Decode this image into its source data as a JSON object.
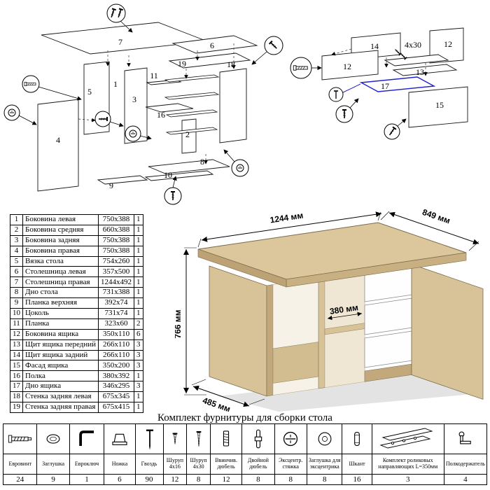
{
  "sheet": {
    "background": "#ffffff",
    "wood_color": "#d8c398",
    "drawer_color": "#ffffff",
    "highlight_color": "#2222cc"
  },
  "exploded_desk": {
    "labels": [
      "7",
      "6",
      "19",
      "18",
      "5",
      "3",
      "16",
      "2",
      "11",
      "1",
      "4",
      "8",
      "10",
      "9"
    ]
  },
  "exploded_drawer": {
    "labels": [
      "14",
      "12",
      "12",
      "13",
      "17",
      "15"
    ],
    "screw_note": "4x30"
  },
  "desk": {
    "dim_width": "1244 мм",
    "dim_depth": "849 мм",
    "dim_height": "766 мм",
    "dim_shelf": "380 мм",
    "dim_front": "485 мм"
  },
  "parts": {
    "rows": [
      {
        "num": "1",
        "name": "Боковина левая",
        "size": "750x388",
        "qty": "1"
      },
      {
        "num": "2",
        "name": "Боковина средняя",
        "size": "660x388",
        "qty": "1"
      },
      {
        "num": "3",
        "name": "Боковина задняя",
        "size": "750x388",
        "qty": "1"
      },
      {
        "num": "4",
        "name": "Боковина правая",
        "size": "750x388",
        "qty": "1"
      },
      {
        "num": "5",
        "name": "Вязка стола",
        "size": "754x260",
        "qty": "1"
      },
      {
        "num": "6",
        "name": "Столешница левая",
        "size": "357x500",
        "qty": "1"
      },
      {
        "num": "7",
        "name": "Столешница правая",
        "size": "1244x492",
        "qty": "1"
      },
      {
        "num": "8",
        "name": "Дно стола",
        "size": "731x388",
        "qty": "1"
      },
      {
        "num": "9",
        "name": "Планка верхняя",
        "size": "392x74",
        "qty": "1"
      },
      {
        "num": "10",
        "name": "Цоколь",
        "size": "731x74",
        "qty": "1"
      },
      {
        "num": "11",
        "name": "Планка",
        "size": "323x60",
        "qty": "2"
      },
      {
        "num": "12",
        "name": "Боковина ящика",
        "size": "350x110",
        "qty": "6"
      },
      {
        "num": "13",
        "name": "Щит ящика передний",
        "size": "266x110",
        "qty": "3"
      },
      {
        "num": "14",
        "name": "Щит ящика задний",
        "size": "266x110",
        "qty": "3"
      },
      {
        "num": "15",
        "name": "Фасад ящика",
        "size": "350x200",
        "qty": "3"
      },
      {
        "num": "16",
        "name": "Полка",
        "size": "380x392",
        "qty": "1"
      },
      {
        "num": "17",
        "name": "Дно ящика",
        "size": "346x295",
        "qty": "3"
      },
      {
        "num": "18",
        "name": "Стенка задняя левая",
        "size": "675x345",
        "qty": "1"
      },
      {
        "num": "19",
        "name": "Стенка задняя правая",
        "size": "675x415",
        "qty": "1"
      }
    ]
  },
  "hardware": {
    "title": "Комплект фурнитуры для сборки стола",
    "items": [
      {
        "label": "Евровинт",
        "qty": "24",
        "icon": "euro-screw-icon"
      },
      {
        "label": "Заглушка",
        "qty": "9",
        "icon": "cap-icon"
      },
      {
        "label": "Евроключ",
        "qty": "1",
        "icon": "hex-key-icon"
      },
      {
        "label": "Ножка",
        "qty": "6",
        "icon": "leg-icon"
      },
      {
        "label": "Гвоздь",
        "qty": "90",
        "icon": "nail-icon"
      },
      {
        "label": "Шуруп 4x16",
        "qty": "12",
        "icon": "screw-4x16-icon"
      },
      {
        "label": "Шуруп 4x30",
        "qty": "8",
        "icon": "screw-4x30-icon"
      },
      {
        "label": "Ввинчив. дюбель",
        "qty": "12",
        "icon": "screw-in-dowel-icon"
      },
      {
        "label": "Двойной дюбель",
        "qty": "8",
        "icon": "double-dowel-icon"
      },
      {
        "label": "Эксцентр. стяжка",
        "qty": "8",
        "icon": "eccentric-cam-icon"
      },
      {
        "label": "Заглушка для эксцентрика",
        "qty": "8",
        "icon": "cam-cap-icon"
      },
      {
        "label": "Шкант",
        "qty": "16",
        "icon": "wood-dowel-icon"
      },
      {
        "label": "Комплект роликовых направляющих L=350мм",
        "qty": "3",
        "icon": "roller-slides-icon"
      },
      {
        "label": "Полкодержатель",
        "qty": "4",
        "icon": "shelf-support-icon"
      }
    ]
  }
}
